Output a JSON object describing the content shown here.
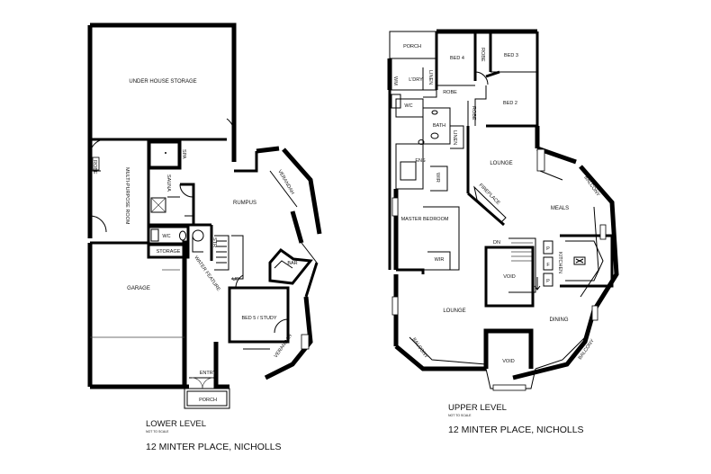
{
  "lower": {
    "title": "LOWER LEVEL",
    "scale_note": "NOT TO SCALE",
    "address": "12 MINTER PLACE, NICHOLLS",
    "rooms": {
      "under_house_storage": "UNDER HOUSE STORAGE",
      "robe": "ROBE",
      "multi_purpose_room": "MULTI-PURPOSE ROOM",
      "spa": "SPA",
      "sauna": "SAUNA",
      "rumpus": "RUMPUS",
      "verandah_right": "VERANDAH",
      "wc": "WC",
      "storage": "STORAGE",
      "stair": "STR",
      "water_feature": "WATER FEATURE",
      "bar": "BAR",
      "up": "UP",
      "garage": "GARAGE",
      "bed5": "BED 5 / STUDY",
      "verandah_lower": "VERANDAH",
      "entry": "ENTRY",
      "porch": "PORCH"
    }
  },
  "upper": {
    "title": "UPPER LEVEL",
    "scale_note": "NOT TO SCALE",
    "address": "12 MINTER PLACE, NICHOLLS",
    "rooms": {
      "porch": "PORCH",
      "bed4": "BED 4",
      "robe_a": "ROBE",
      "bed3": "BED 3",
      "ldry": "L'DRY",
      "linen_a": "LINEN",
      "robe_b": "ROBE",
      "wm": "WM",
      "bed2": "BED 2",
      "robe_c": "ROBE",
      "wc": "WC",
      "bath": "BATH",
      "linen_b": "LINEN",
      "ens": "ENS",
      "wir_a": "WIR",
      "lounge_top": "LOUNGE",
      "balcony_right": "BALCONY",
      "fireplace": "FIREPLACE",
      "meals": "MEALS",
      "master_bedroom": "MASTER BEDROOM",
      "dn": "DN",
      "p1": "P",
      "f": "F",
      "p2": "P",
      "kitchen": "KITCHEN",
      "wir_b": "WIR",
      "void_centre": "VOID",
      "lounge_bottom": "LOUNGE",
      "dining": "DINING",
      "balcony_left": "BALCONY",
      "balcony_lower_right": "BALCONY",
      "void_bottom": "VOID"
    }
  }
}
